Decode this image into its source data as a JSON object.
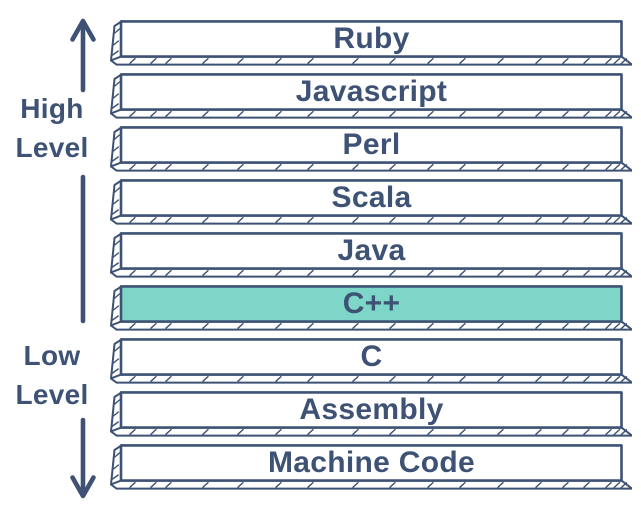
{
  "diagram": {
    "scale": {
      "high": {
        "line1": "High",
        "line2": "Level"
      },
      "low": {
        "line1": "Low",
        "line2": "Level"
      }
    },
    "stack": {
      "items": [
        {
          "label": "Ruby",
          "highlighted": false
        },
        {
          "label": "Javascript",
          "highlighted": false
        },
        {
          "label": "Perl",
          "highlighted": false
        },
        {
          "label": "Scala",
          "highlighted": false
        },
        {
          "label": "Java",
          "highlighted": false
        },
        {
          "label": "C++",
          "highlighted": true
        },
        {
          "label": "C",
          "highlighted": false
        },
        {
          "label": "Assembly",
          "highlighted": false
        },
        {
          "label": "Machine Code",
          "highlighted": false
        }
      ]
    },
    "colors": {
      "ink": "#3D5274",
      "highlight": "#7ED6C8",
      "background": "#FFFFFF"
    }
  }
}
